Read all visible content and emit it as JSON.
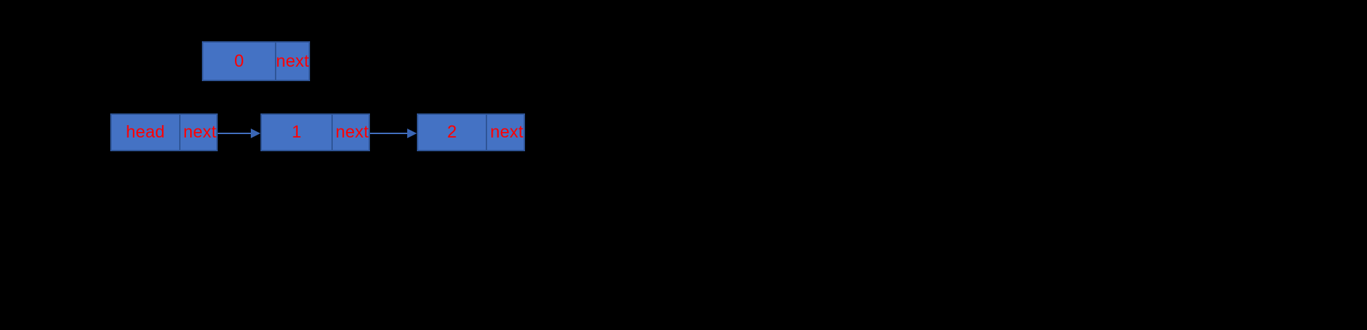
{
  "diagram": {
    "title": "singly-linked-list",
    "background_color": "#000000",
    "node_fill_color": "#4472C4",
    "node_border_color": "#2E5496",
    "node_text_color": "#FF0000",
    "arrow_color": "#4472C4",
    "detached_node": {
      "value_label": "0",
      "pointer_label": "next"
    },
    "chain_nodes": [
      {
        "value_label": "head",
        "pointer_label": "next"
      },
      {
        "value_label": "1",
        "pointer_label": "next"
      },
      {
        "value_label": "2",
        "pointer_label": "next"
      }
    ],
    "arrows": [
      {
        "from": "head",
        "to": "1"
      },
      {
        "from": "1",
        "to": "2"
      }
    ]
  }
}
